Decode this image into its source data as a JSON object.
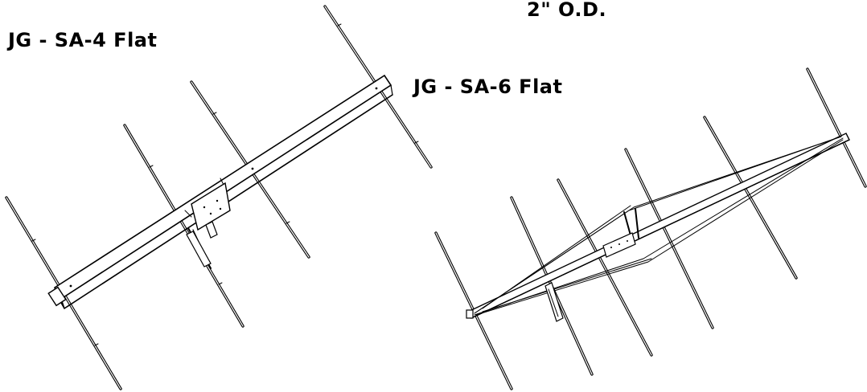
{
  "labels": {
    "top_right": "2\" O.D.",
    "left_antenna": "JG - SA-4 Flat",
    "right_antenna": "JG - SA-6 Flat"
  },
  "colors": {
    "ink": "#000000",
    "paper": "#ffffff"
  }
}
